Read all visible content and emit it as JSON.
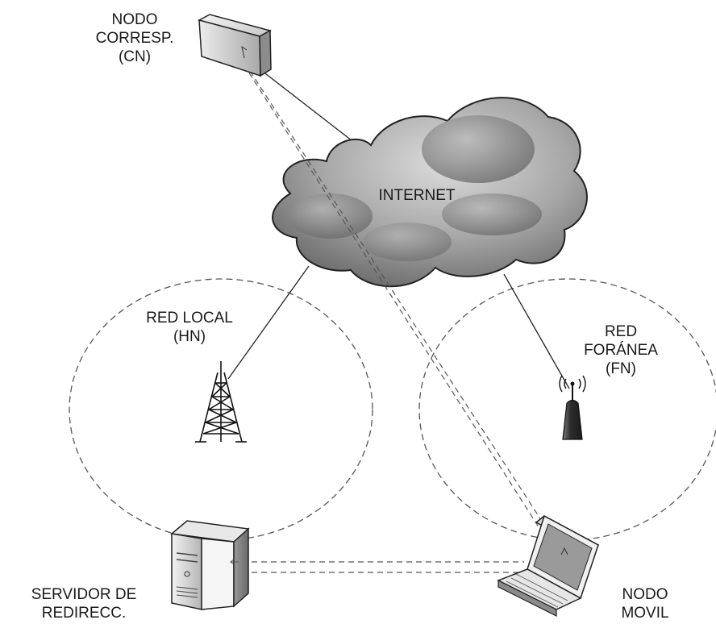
{
  "nodes": {
    "correspondent": {
      "lines": [
        "NODO",
        "CORRESP.",
        "(CN)"
      ]
    },
    "internet": {
      "label": "INTERNET"
    },
    "home_network": {
      "lines": [
        "RED LOCAL",
        "(HN)"
      ]
    },
    "foreign_network": {
      "lines": [
        "RED",
        "FORÁNEA",
        "(FN)"
      ]
    },
    "redirect_server": {
      "lines": [
        "SERVIDOR DE",
        "REDIRECC."
      ]
    },
    "mobile_node": {
      "lines": [
        "NODO",
        "MOVIL"
      ]
    }
  },
  "colors": {
    "line": "#222222",
    "dashed": "#555555",
    "cloud_light": "#d9d9d9",
    "cloud_dark": "#6e6e6e",
    "device_light": "#efefef",
    "device_dark": "#8a8a8a"
  }
}
